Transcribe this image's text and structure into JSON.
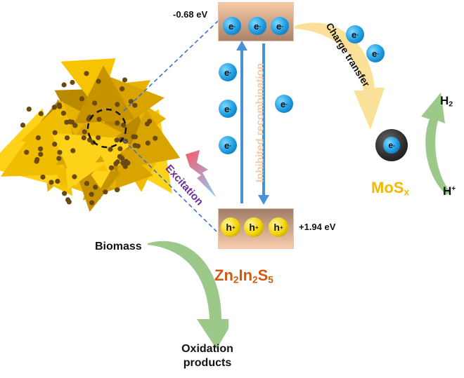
{
  "diagram": {
    "title": "Zn2In2S5 / MoSx photocatalytic mechanism",
    "conduction_band": {
      "potential": "-0.68 eV",
      "electrons": [
        "e",
        "e",
        "e"
      ]
    },
    "valence_band": {
      "potential": "+1.94 eV",
      "holes": [
        "h",
        "h",
        "h"
      ]
    },
    "electron_symbol": "e",
    "electron_charge": "-",
    "hole_symbol": "h",
    "hole_charge": "+",
    "gap_electrons_left": [
      "e",
      "e",
      "e"
    ],
    "gap_electron_right": "e",
    "recombination_label": "Inhibited recombination",
    "excitation_label": "Excitation",
    "charge_transfer_label": "Charge transfer",
    "transfer_electrons": [
      "e",
      "e"
    ],
    "cocatalyst": {
      "name": "MoS",
      "subscript": "x",
      "electron": "e"
    },
    "hydrogen": {
      "product": "H",
      "product_sub": "2",
      "reactant": "H",
      "reactant_sup": "+"
    },
    "catalyst": {
      "parts": [
        {
          "t": "Zn"
        },
        {
          "s": "2"
        },
        {
          "t": "In"
        },
        {
          "s": "2"
        },
        {
          "t": "S"
        },
        {
          "s": "5"
        }
      ]
    },
    "biomass_label": "Biomass",
    "oxidation_label_line1": "Oxidation",
    "oxidation_label_line2": "products",
    "colors": {
      "catalyst_text": "#d05a10",
      "mos_text": "#f5b800",
      "excitation_text": "#6a2c9a",
      "recombination_text": "#f7c9a6",
      "arrow_blue": "#4a90d9",
      "green_arrow": "#9cc88a",
      "transfer_arrow": "#fbe09a",
      "sphere_gold": "#f2c200"
    }
  }
}
